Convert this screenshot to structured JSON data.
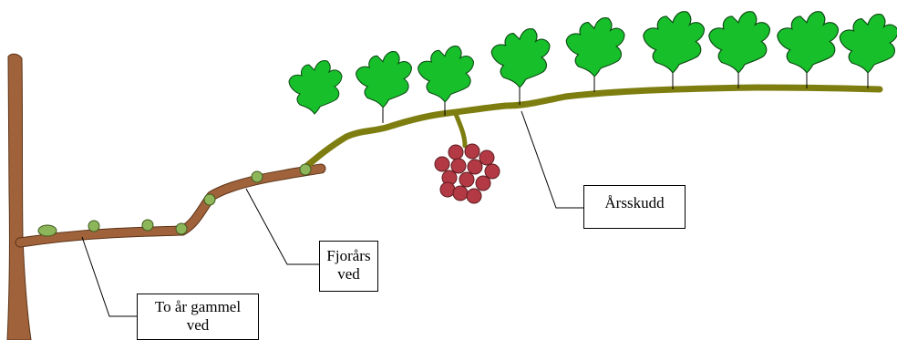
{
  "colors": {
    "wood": "#a0623a",
    "shoot": "#7d7d10",
    "bud": "#8db55a",
    "bud_outline": "#3f5a1e",
    "leaf": "#17bf2b",
    "leaf_outline": "#0b4a12",
    "grape": "#b33a44",
    "grape_outline": "#5e1b20"
  },
  "labels": {
    "two_year_wood": {
      "line1": "To år gammel",
      "line2": "ved"
    },
    "last_year_wood": {
      "line1": "Fjorårs",
      "line2": "ved"
    },
    "annual_shoot": {
      "line1": "Årsskudd"
    }
  }
}
